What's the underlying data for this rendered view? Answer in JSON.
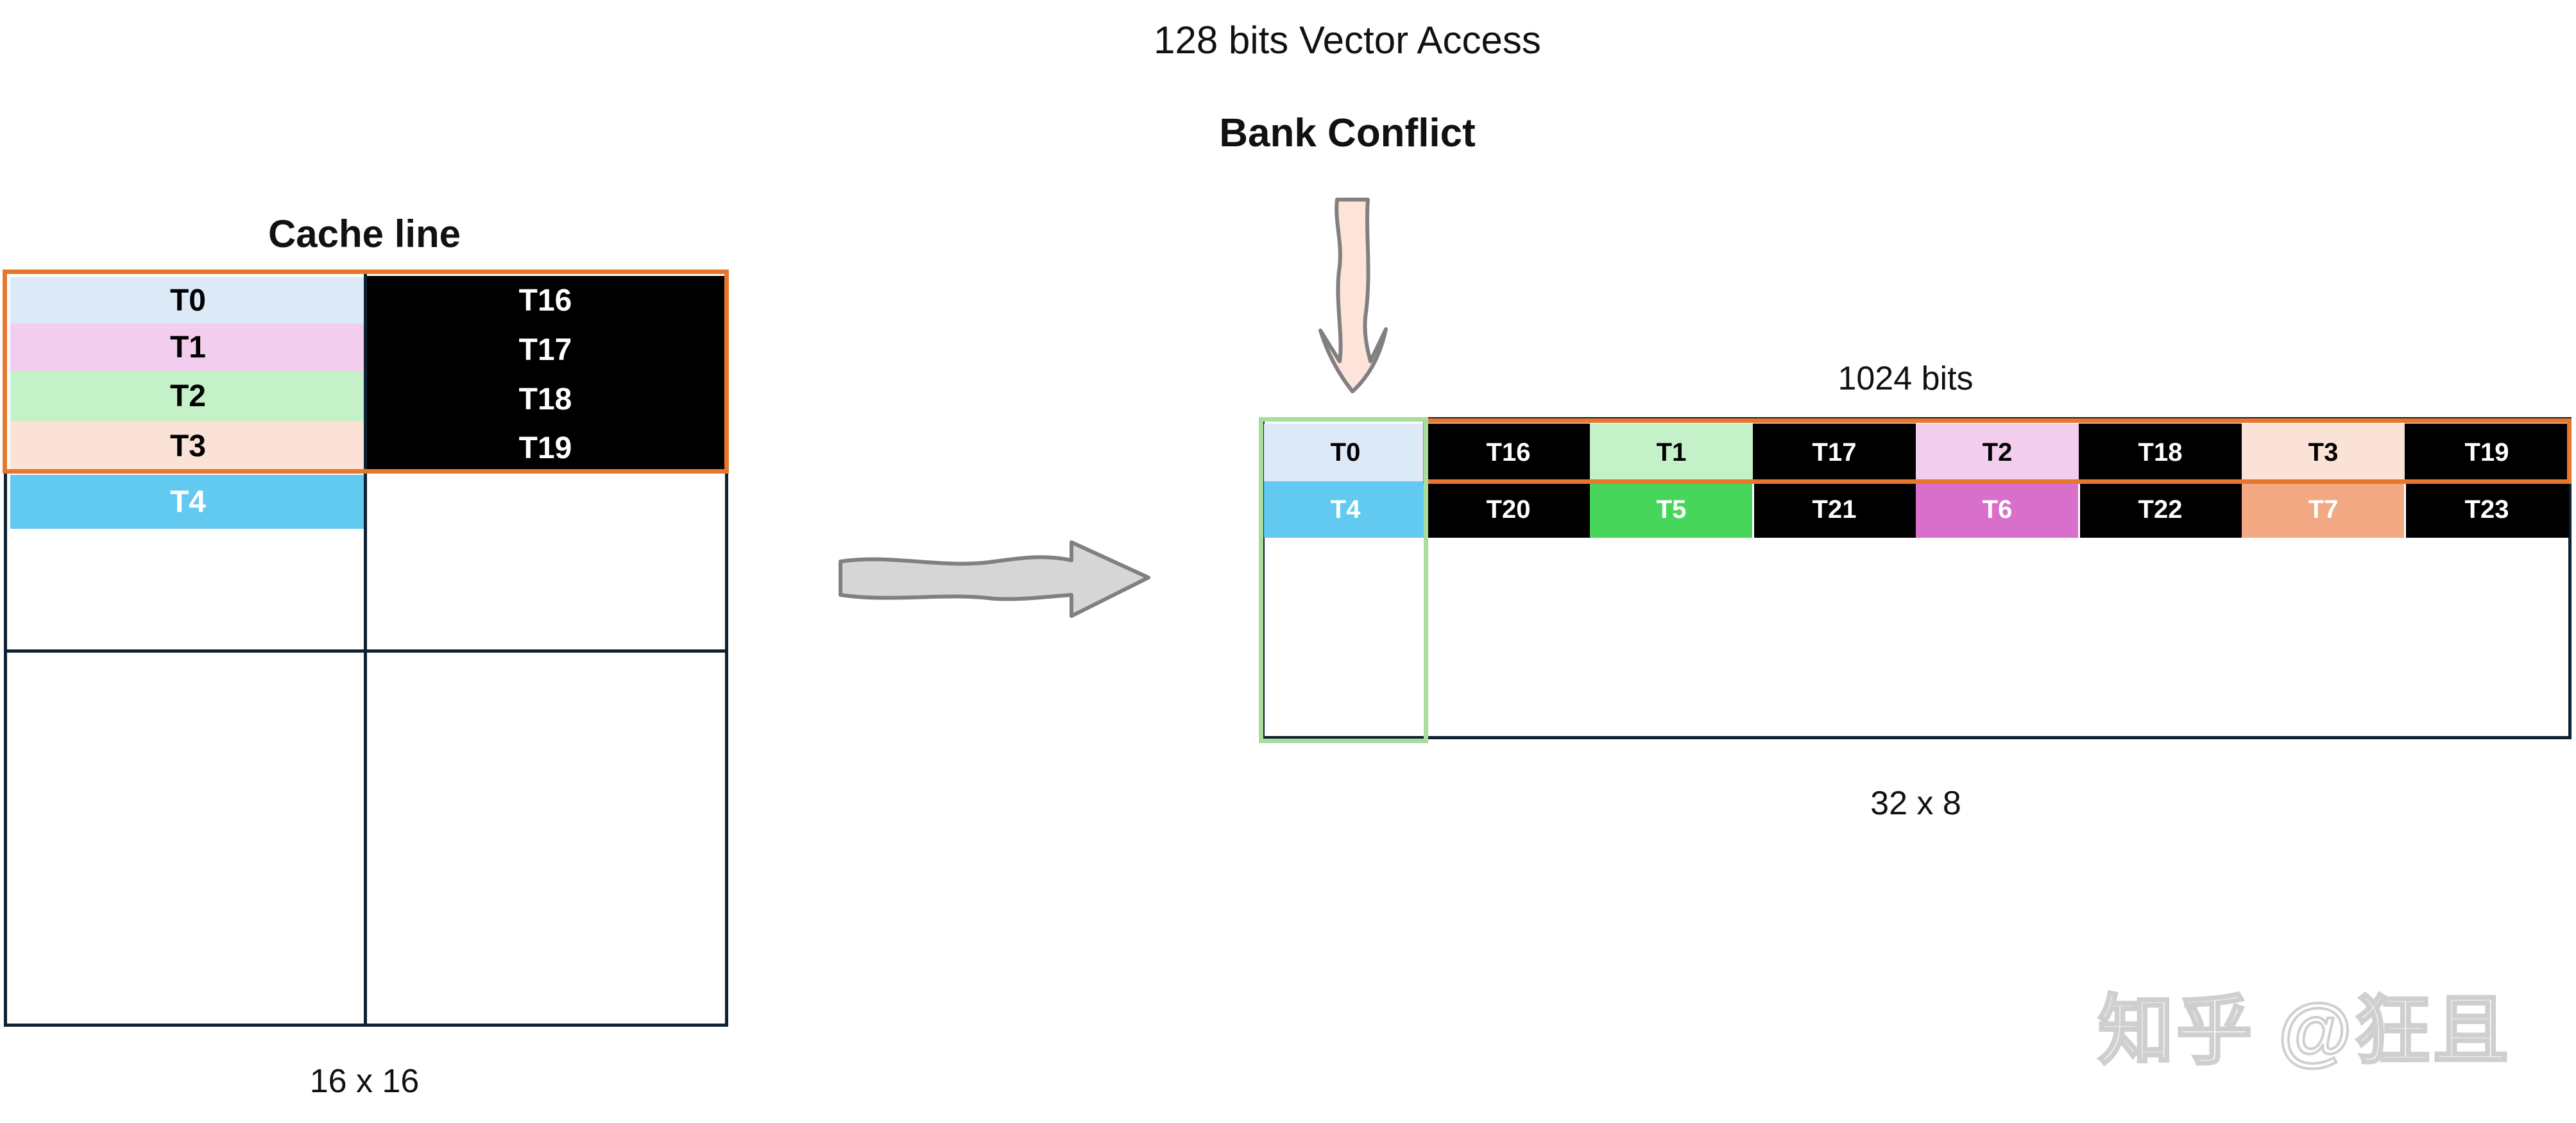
{
  "header": {
    "title": "128 bits Vector Access",
    "conflict_label": "Bank Conflict"
  },
  "left_panel": {
    "title": "Cache line",
    "caption": "16 x 16",
    "cells": [
      {
        "label": "T0",
        "fill": "#dce9f6",
        "text_color": "#000000"
      },
      {
        "label": "T1",
        "fill": "#f2cdee",
        "text_color": "#000000"
      },
      {
        "label": "T2",
        "fill": "#c4f1c8",
        "text_color": "#000000"
      },
      {
        "label": "T3",
        "fill": "#fbe2d6",
        "text_color": "#000000"
      },
      {
        "label": "T4",
        "fill": "#62c9f1",
        "text_color": "#ffffff"
      },
      {
        "label": "T16",
        "fill": "#000000",
        "text_color": "#ffffff"
      },
      {
        "label": "T17",
        "fill": "#000000",
        "text_color": "#ffffff"
      },
      {
        "label": "T18",
        "fill": "#000000",
        "text_color": "#ffffff"
      },
      {
        "label": "T19",
        "fill": "#000000",
        "text_color": "#ffffff"
      }
    ]
  },
  "right_panel": {
    "width_label": "1024 bits",
    "caption": "32 x 8",
    "row1": [
      {
        "label": "T0",
        "fill": "#dce9f6",
        "text_color": "#000000"
      },
      {
        "label": "T16",
        "fill": "#000000",
        "text_color": "#ffffff"
      },
      {
        "label": "T1",
        "fill": "#c4f1c8",
        "text_color": "#000000"
      },
      {
        "label": "T17",
        "fill": "#000000",
        "text_color": "#ffffff"
      },
      {
        "label": "T2",
        "fill": "#f2cdee",
        "text_color": "#000000"
      },
      {
        "label": "T18",
        "fill": "#000000",
        "text_color": "#ffffff"
      },
      {
        "label": "T3",
        "fill": "#fbe2d6",
        "text_color": "#000000"
      },
      {
        "label": "T19",
        "fill": "#000000",
        "text_color": "#ffffff"
      }
    ],
    "row2": [
      {
        "label": "T4",
        "fill": "#62c9f1",
        "text_color": "#ffffff"
      },
      {
        "label": "T20",
        "fill": "#000000",
        "text_color": "#ffffff"
      },
      {
        "label": "T5",
        "fill": "#47d65b",
        "text_color": "#ffffff"
      },
      {
        "label": "T21",
        "fill": "#000000",
        "text_color": "#ffffff"
      },
      {
        "label": "T6",
        "fill": "#d86fcb",
        "text_color": "#ffffff"
      },
      {
        "label": "T22",
        "fill": "#000000",
        "text_color": "#ffffff"
      },
      {
        "label": "T7",
        "fill": "#f2a882",
        "text_color": "#ffffff"
      },
      {
        "label": "T23",
        "fill": "#000000",
        "text_color": "#ffffff"
      }
    ]
  },
  "watermark": "知乎 @狂且",
  "colors": {
    "highlight_orange": "#e8772e",
    "highlight_green": "#a8dd9c",
    "grid_line": "#0e2233",
    "arrow_down_fill": "#fde3d9",
    "arrow_right_fill": "#d6d6d6",
    "arrow_stroke": "#808080"
  }
}
